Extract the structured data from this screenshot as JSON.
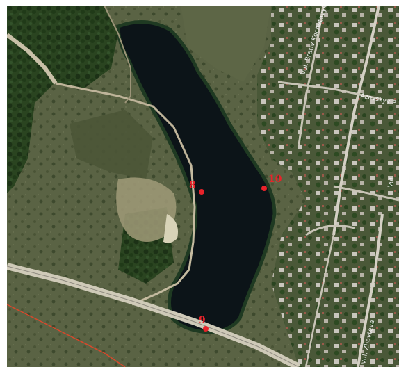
{
  "map": {
    "markers": [
      {
        "id": "8",
        "label": "8"
      },
      {
        "id": "9",
        "label": "9"
      },
      {
        "id": "10",
        "label": "10"
      }
    ],
    "streets": [
      {
        "id": "vul-bratov-kochetovykh",
        "label": "Vul. Brativ Kochetovykh"
      },
      {
        "id": "azovskyi",
        "label": "Azovskyy P"
      },
      {
        "id": "vul-top-right",
        "label": "Vul"
      },
      {
        "id": "zhovteva",
        "label": "vul. Zhovteva"
      }
    ],
    "colors": {
      "marker": "#e8232a",
      "water": "#0c1418",
      "boundary_line": "#d9482b"
    }
  }
}
